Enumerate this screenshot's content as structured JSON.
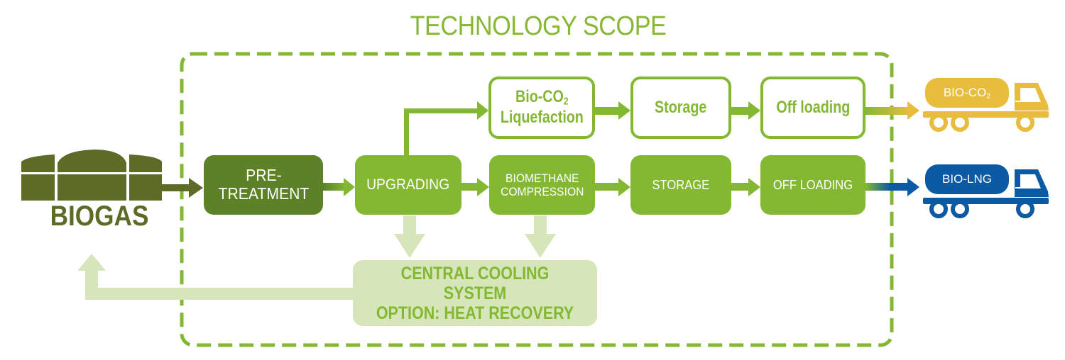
{
  "title": "TECHNOLOGY SCOPE",
  "colors": {
    "accent_green": "#84b832",
    "dark_green": "#5c8127",
    "biogas_olive": "#5c6b25",
    "pale_green": "#d6e6ba",
    "co2_yellow": "#e8bd3e",
    "lng_blue": "#0d5aa4"
  },
  "source": {
    "label": "BIOGAS",
    "icon": "biogas-digester-icon"
  },
  "main_line": [
    {
      "id": "pretreatment",
      "lines": [
        "PRE-",
        "TREATMENT"
      ]
    },
    {
      "id": "upgrading",
      "lines": [
        "UPGRADING"
      ]
    },
    {
      "id": "biomethane-compression",
      "lines": [
        "BIOMETHANE",
        "COMPRESSION"
      ]
    },
    {
      "id": "storage",
      "lines": [
        "STORAGE"
      ]
    },
    {
      "id": "off-loading",
      "lines": [
        "OFF LOADING"
      ]
    }
  ],
  "co2_line": [
    {
      "id": "co2-liquefaction",
      "line1_prefix": "Bio-CO",
      "line1_sub": "2",
      "line2": "Liquefaction"
    },
    {
      "id": "co2-storage",
      "lines": [
        "Storage"
      ]
    },
    {
      "id": "co2-off-loading",
      "lines": [
        "Off loading"
      ]
    }
  ],
  "cooling": {
    "lines": [
      "CENTRAL COOLING SYSTEM",
      "OPTION: HEAT RECOVERY"
    ]
  },
  "trucks": {
    "co2": {
      "label_prefix": "BIO-CO",
      "label_sub": "2",
      "icon": "tanker-truck-icon"
    },
    "lng": {
      "label": "BIO-LNG",
      "icon": "tanker-truck-icon"
    }
  }
}
